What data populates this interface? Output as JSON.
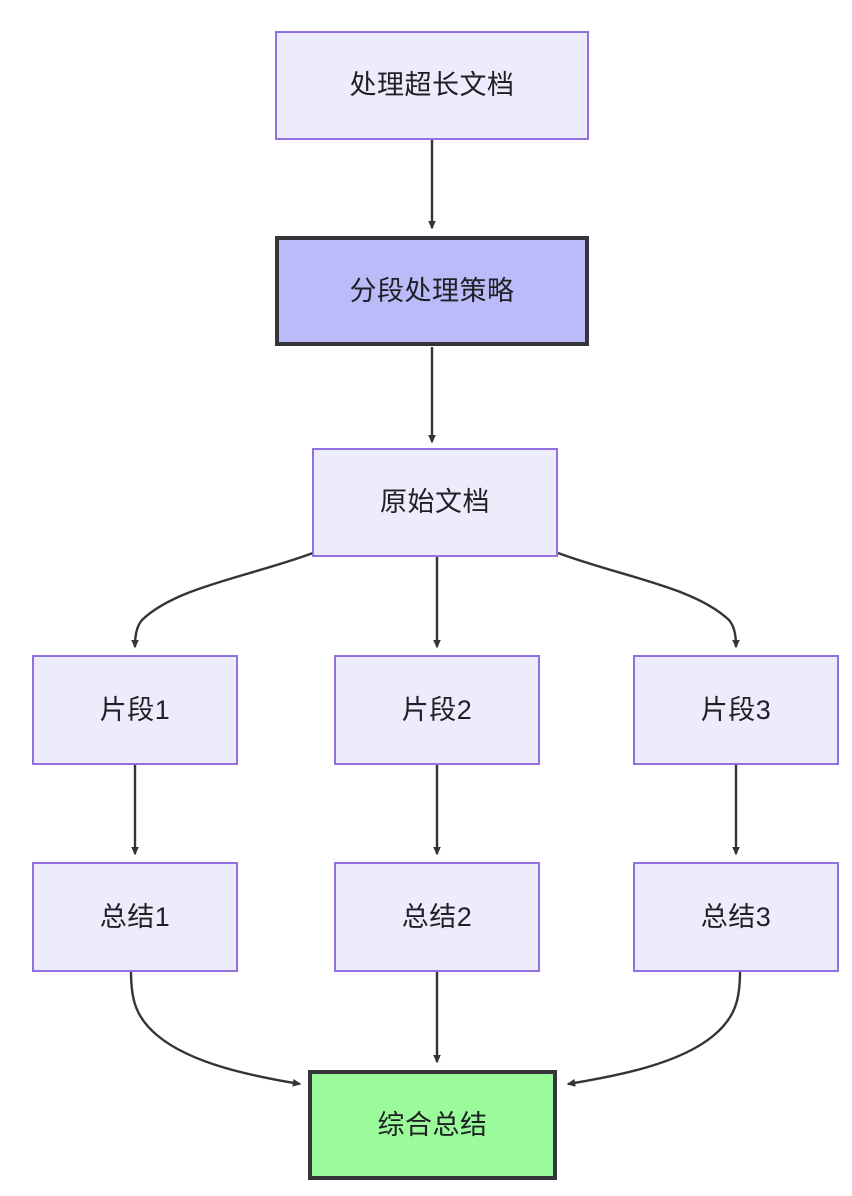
{
  "diagram": {
    "type": "flowchart",
    "direction": "top-to-bottom",
    "title_node": "处理超长文档",
    "background_color": "#ffffff",
    "colors": {
      "node_fill": "#ececfd",
      "node_border": "#9370e0",
      "highlight_fill": "#bbbbfa",
      "highlight_border": "#35353b",
      "result_fill": "#9bfb9b",
      "result_border": "#35353b",
      "edge_stroke": "#333338",
      "text": "#1f2024"
    },
    "nodes": [
      {
        "id": "n1",
        "label": "处理超长文档",
        "style": "normal"
      },
      {
        "id": "n2",
        "label": "分段处理策略",
        "style": "highlight"
      },
      {
        "id": "n3",
        "label": "原始文档",
        "style": "normal"
      },
      {
        "id": "n4",
        "label": "片段1",
        "style": "normal"
      },
      {
        "id": "n5",
        "label": "片段2",
        "style": "normal"
      },
      {
        "id": "n6",
        "label": "片段3",
        "style": "normal"
      },
      {
        "id": "n7",
        "label": "总结1",
        "style": "normal"
      },
      {
        "id": "n8",
        "label": "总结2",
        "style": "normal"
      },
      {
        "id": "n9",
        "label": "总结3",
        "style": "normal"
      },
      {
        "id": "n10",
        "label": "综合总结",
        "style": "result"
      }
    ],
    "edges": [
      {
        "from": "n1",
        "to": "n2",
        "shape": "straight"
      },
      {
        "from": "n2",
        "to": "n3",
        "shape": "straight"
      },
      {
        "from": "n3",
        "to": "n4",
        "shape": "curve"
      },
      {
        "from": "n3",
        "to": "n5",
        "shape": "straight"
      },
      {
        "from": "n3",
        "to": "n6",
        "shape": "curve"
      },
      {
        "from": "n4",
        "to": "n7",
        "shape": "straight"
      },
      {
        "from": "n5",
        "to": "n8",
        "shape": "straight"
      },
      {
        "from": "n6",
        "to": "n9",
        "shape": "straight"
      },
      {
        "from": "n7",
        "to": "n10",
        "shape": "curve"
      },
      {
        "from": "n8",
        "to": "n10",
        "shape": "straight"
      },
      {
        "from": "n9",
        "to": "n10",
        "shape": "curve"
      }
    ]
  }
}
